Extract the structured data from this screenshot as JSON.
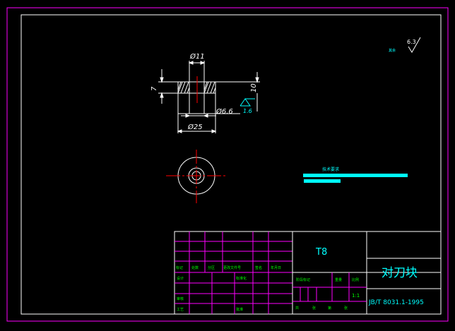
{
  "colors": {
    "background": "#000000",
    "frame": "#ff00ff",
    "border": "#ffffff",
    "dimension": "#ffffff",
    "section": "#ffffff",
    "hatch": "#ffffff",
    "centerline": "#ff0000",
    "annotation": "#00ffff",
    "table_line": "#ff00ff",
    "table_text": "#00ff00"
  },
  "roughness": {
    "general": "6.3",
    "general_prefix": "其余",
    "bore": "1.6"
  },
  "dimensions": {
    "bore_dia": "Ø11",
    "thickness": "7",
    "height": "10",
    "hole_dia": "Ø6.6",
    "outer_dia": "Ø25"
  },
  "technical_requirements": {
    "heading": "技术要求"
  },
  "title_block": {
    "material": "T8",
    "part_name": "对刀块",
    "standard": "JB/T 8031.1-1995",
    "scale": "1:1",
    "change_labels": [
      "标记",
      "处数",
      "分区",
      "更改文件号",
      "签名",
      "年月日"
    ],
    "left_labels": [
      "设计",
      "审核",
      "工艺"
    ],
    "mid_labels": [
      "标准化",
      "",
      "批准"
    ],
    "stage_labels": [
      "阶段标记",
      "重量",
      "比例"
    ],
    "sheet_labels": [
      "共",
      "张",
      "第",
      "张"
    ]
  }
}
